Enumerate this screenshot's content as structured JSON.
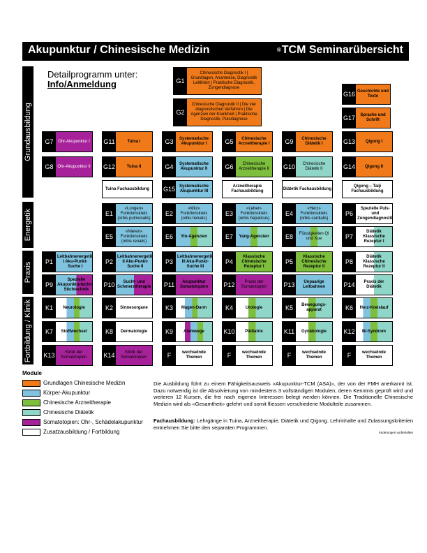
{
  "header": {
    "title": "Akupunktur / Chinesische Medizin",
    "brand_mark": "®",
    "brand": "TCM Seminarübersicht"
  },
  "detail": {
    "line1": "Detailprogramm unter:",
    "link": "Info/Anmeldung"
  },
  "sections": {
    "grund": "Grundausbildung",
    "energetik": "Energetik",
    "praxis": "Praxis",
    "fort": "Fortbildung / Klinik"
  },
  "colors": {
    "orange": "#F07A1A",
    "blue": "#7FC3DF",
    "green": "#7DBE3C",
    "teal": "#8FD6C8",
    "purple": "#A7229A",
    "white": "#FFFFFF"
  },
  "modules": [
    {
      "code": "G1",
      "text": "Chinesische Diagnostik I | Grundlagen, Anamnese, Diagnostik Leitlinien | Praktische Diagnostik, Zungendiagnose"
    },
    {
      "code": "G2",
      "text": "Chinesische Diagnostik II | Die vier diagnostischen Verfahren | Die Agenzien der Krankheit | Praktische Diagnostik, Pulsdiagnose"
    },
    {
      "code": "G16",
      "text": "Geschichte und Texte"
    },
    {
      "code": "G17",
      "text": "Sprache und Schrift"
    },
    {
      "code": "G7",
      "text": "Ohr-Akupunktur I"
    },
    {
      "code": "G11",
      "text": "Tuina I"
    },
    {
      "code": "G3",
      "text": "Systematische Akupunktur I"
    },
    {
      "code": "G5",
      "text": "Chinesische Arzneitherapie I"
    },
    {
      "code": "G9",
      "text": "Chinesische Diätetik I"
    },
    {
      "code": "G13",
      "text": "Qigong I"
    },
    {
      "code": "G8",
      "text": "Ohr-Akupunktur II"
    },
    {
      "code": "G12",
      "text": "Tuina II"
    },
    {
      "code": "G4",
      "text": "Systematische Akupunktur II"
    },
    {
      "code": "G6",
      "text": "Chinesische Arzneitherapie II"
    },
    {
      "code": "G10",
      "text": "Chinesische Diätetik II"
    },
    {
      "code": "G14",
      "text": "Qigong II"
    },
    {
      "code": "G15",
      "text": "Systematische Akupunktur III"
    },
    {
      "code": "E1",
      "text": "«Lungen» Funktionskreis (orbis pulmonalis)"
    },
    {
      "code": "E2",
      "text": "«Milz» Funktionskreis (orbis lienalis)"
    },
    {
      "code": "E3",
      "text": "«Leber» Funktionskreis (orbis hepaticus)"
    },
    {
      "code": "E4",
      "text": "«Herz» Funktionskreis (orbis cardialis)"
    },
    {
      "code": "P6",
      "text": "Spezielle Puls- und Zungendiagnostik"
    },
    {
      "code": "E5",
      "text": "«Nieren» Funktionskreis (orbis renalis)"
    },
    {
      "code": "E6",
      "text": "Yin-Agenzien"
    },
    {
      "code": "E7",
      "text": "Yang-Agenzien"
    },
    {
      "code": "E8",
      "text": "Flüssigkeiten Qi und Xue"
    },
    {
      "code": "P7",
      "text": "Diätetik Klassische Rezeptur I"
    },
    {
      "code": "P1",
      "text": "Leitbahnenergetik I Aku-Punkt-Suche I"
    },
    {
      "code": "P2",
      "text": "Leitbahnenergetik II Aku-Punkt-Suche II"
    },
    {
      "code": "P3",
      "text": "Leitbahnenergetik III Aku-Punkt-Suche III"
    },
    {
      "code": "P4",
      "text": "Klassische Chinesische Rezeptur I"
    },
    {
      "code": "P5",
      "text": "Klassische Chinesische Rezeptur II"
    },
    {
      "code": "P8",
      "text": "Diätetik Klassische Rezeptur II"
    },
    {
      "code": "P9",
      "text": "Spezielle Akupunkturtechnik Stichtechnik"
    },
    {
      "code": "P10",
      "text": "Sucht- und Schmerztherapie"
    },
    {
      "code": "P11",
      "text": "Akupunktur Somatotopien"
    },
    {
      "code": "P12",
      "text": "Praxis der Somatotopien"
    },
    {
      "code": "P13",
      "text": "Unpaarige Leitbahnen"
    },
    {
      "code": "P14",
      "text": "Praxis der Diätetik"
    },
    {
      "code": "K1",
      "text": "Neurologie"
    },
    {
      "code": "K2",
      "text": "Sinnesorgane"
    },
    {
      "code": "K3",
      "text": "Magen-Darm"
    },
    {
      "code": "K4",
      "text": "Urologie"
    },
    {
      "code": "K5",
      "text": "Bewegungs-apparat"
    },
    {
      "code": "K6",
      "text": "Herz-Kreislauf"
    },
    {
      "code": "K7",
      "text": "Stoffwechsel"
    },
    {
      "code": "K8",
      "text": "Dermatologie"
    },
    {
      "code": "K9",
      "text": "Atemwege"
    },
    {
      "code": "K10",
      "text": "Pädiatrie"
    },
    {
      "code": "K11",
      "text": "Gynäkologie"
    },
    {
      "code": "K12",
      "text": "Bi-Syndrom"
    },
    {
      "code": "K13",
      "text": "Klinik der Somatotopien"
    },
    {
      "code": "K14",
      "text": "Klinik der Somatotopien"
    },
    {
      "code": "F",
      "text": "wechselnde Themen"
    },
    {
      "code": "F",
      "text": "wechselnde Themen"
    },
    {
      "code": "F",
      "text": "wechselnde Themen"
    },
    {
      "code": "F",
      "text": "wechselnde Themen"
    }
  ],
  "plain": [
    {
      "text": "Tuina Fachausbildung"
    },
    {
      "text": "Arzneitherapie Fachausbildung"
    },
    {
      "text": "Diätetik Fachausbildung"
    },
    {
      "text": "Qigong – Taiji Fachausbildung"
    }
  ],
  "legend_title": "Module",
  "legend": [
    {
      "label": "Grundlagen Chinesische Medizin",
      "color": "#F07A1A"
    },
    {
      "label": "Körper-Akupunktur",
      "color": "#7FC3DF"
    },
    {
      "label": "Chinesische Arzneitherapie",
      "color": "#7DBE3C"
    },
    {
      "label": "Chinesische Diätetik",
      "color": "#8FD6C8"
    },
    {
      "label": "Somatotopien: Ohr-, Schädelakupunktur",
      "color": "#A7229A"
    },
    {
      "label": "Zusatzausbildung / Fortbildung",
      "color": "#FFFFFF"
    }
  ],
  "para1": "Die Ausbildung führt zu einem Fähigkeitsausweis «Akupunktur-TCM (ASA)», der von der FMH anerkannt ist. Dazu notwendig ist die Absolvierung von mindestens 3 vollständigen Modulen, deren Kenntnis geprüft wird und weiteren 12 Kursen, die frei nach eigenen Interessen belegt werden können. Die Traditionelle Chinesische Medizin wird als «Gesamtheit» gelehrt und somit fliessen verschiedene Modulteile zusammen.",
  "para2_label": "Fachausbildung:",
  "para2": " Lehrgänge in Tuina, Arzneitherapie, Diätetik und Qigong. Lehrinhalte und Zulassungskriterien entnehmen Sie bitte den separaten Programmen.",
  "note": "Änderungen vorbehalten"
}
